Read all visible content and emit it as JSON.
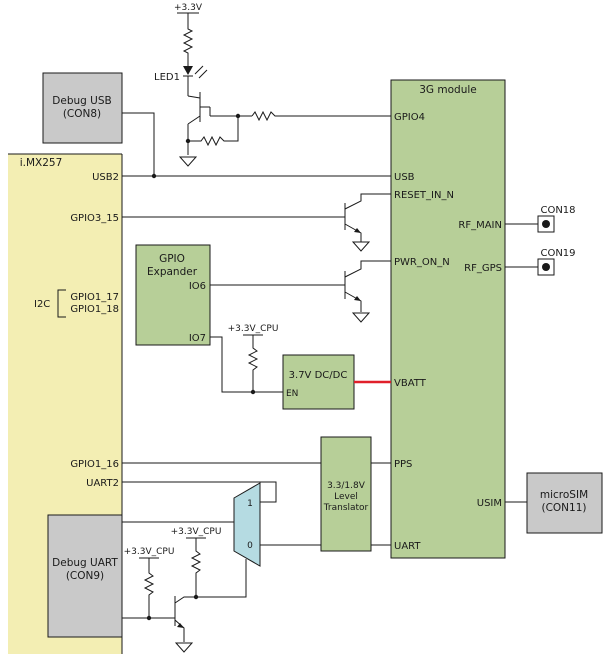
{
  "colors": {
    "imx_fill": "#f3eeb3",
    "module_fill": "#b7cf98",
    "gray_fill": "#c9c9c9",
    "mux_fill": "#b5dbe2",
    "vbatt_wire": "#e0202a"
  },
  "power": {
    "top_3v3": "+3.3V",
    "cpu_3v3": "+3.3V_CPU"
  },
  "led": {
    "label": "LED1"
  },
  "debug_usb": {
    "title": "Debug USB",
    "ref": "(CON8)"
  },
  "imx": {
    "title": "i.MX257",
    "pins": {
      "usb2": "USB2",
      "gpio3_15": "GPIO3_15",
      "gpio1_17": "GPIO1_17",
      "gpio1_18": "GPIO1_18",
      "gpio1_16": "GPIO1_16",
      "uart2": "UART2"
    },
    "i2c_label": "I2C"
  },
  "gpio_expander": {
    "line1": "GPIO",
    "line2": "Expander",
    "io6": "IO6",
    "io7": "IO7"
  },
  "dcdc": {
    "title": "3.7V DC/DC",
    "en": "EN"
  },
  "level_translator": {
    "line1": "3.3/1.8V",
    "line2": "Level",
    "line3": "Translator"
  },
  "mux": {
    "in1": "1",
    "in0": "0"
  },
  "debug_uart": {
    "title": "Debug UART",
    "ref": "(CON9)"
  },
  "module": {
    "title": "3G module",
    "pins": {
      "gpio4": "GPIO4",
      "usb": "USB",
      "reset": "RESET_IN_N",
      "rf_main": "RF_MAIN",
      "pwr_on": "PWR_ON_N",
      "rf_gps": "RF_GPS",
      "vbatt": "VBATT",
      "pps": "PPS",
      "usim": "USIM",
      "uart": "UART"
    }
  },
  "connectors": {
    "con18": "CON18",
    "con19": "CON19"
  },
  "microsim": {
    "title": "microSIM",
    "ref": "(CON11)"
  }
}
